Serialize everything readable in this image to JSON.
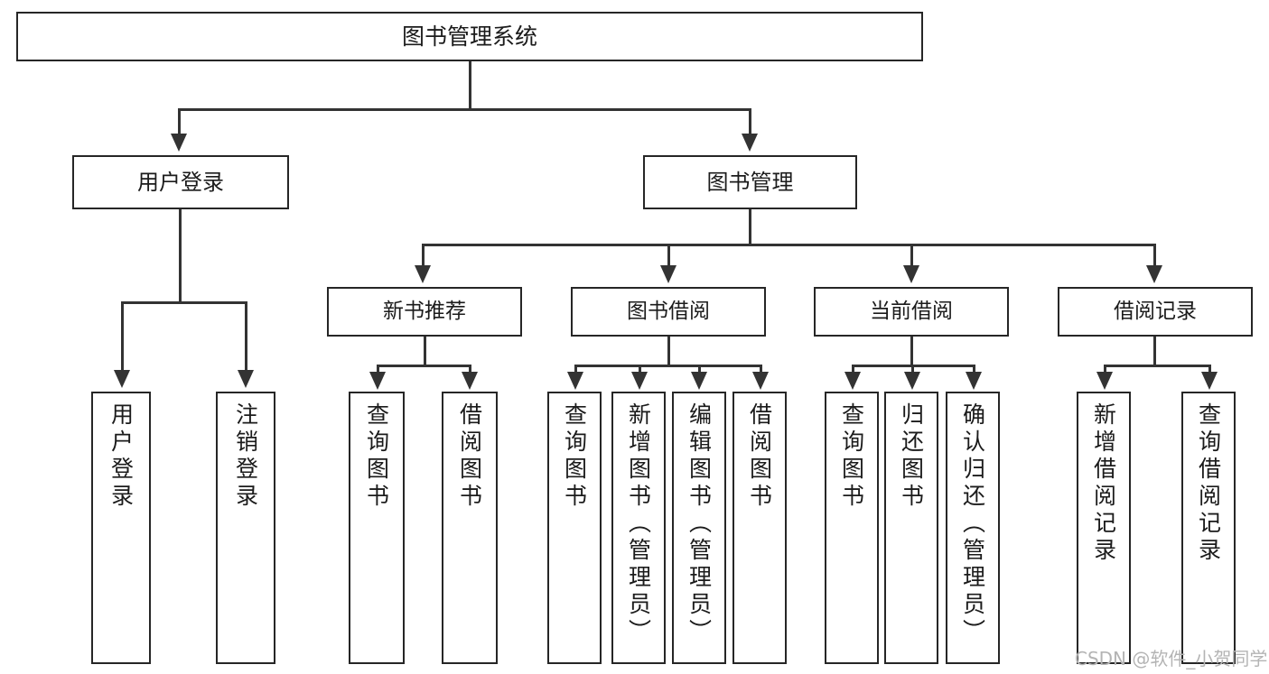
{
  "diagram": {
    "title": "图书管理系统",
    "type": "functional-structure-tree",
    "watermark": "CSDN @软件_小贺同学",
    "colors": {
      "stroke": "#333333",
      "box_border": "#262626",
      "background": "#ffffff",
      "text": "#1b1b1b",
      "watermark": "#b4b4b4"
    },
    "root": {
      "label": "图书管理系统"
    },
    "level1": [
      {
        "label": "用户登录"
      },
      {
        "label": "图书管理"
      }
    ],
    "level2": [
      {
        "label": "新书推荐"
      },
      {
        "label": "图书借阅"
      },
      {
        "label": "当前借阅"
      },
      {
        "label": "借阅记录"
      }
    ],
    "leaves": {
      "user_login": [
        {
          "label": "用户登录"
        },
        {
          "label": "注销登录"
        }
      ],
      "new_book_recommend": [
        {
          "label": "查询图书"
        },
        {
          "label": "借阅图书"
        }
      ],
      "book_borrow": [
        {
          "label": "查询图书"
        },
        {
          "label": "新增图书（管理员）"
        },
        {
          "label": "编辑图书（管理员）"
        },
        {
          "label": "借阅图书"
        }
      ],
      "current_borrow": [
        {
          "label": "查询图书"
        },
        {
          "label": "归还图书"
        },
        {
          "label": "确认归还（管理员）"
        }
      ],
      "borrow_record": [
        {
          "label": "新增借阅记录"
        },
        {
          "label": "查询借阅记录"
        }
      ]
    }
  }
}
